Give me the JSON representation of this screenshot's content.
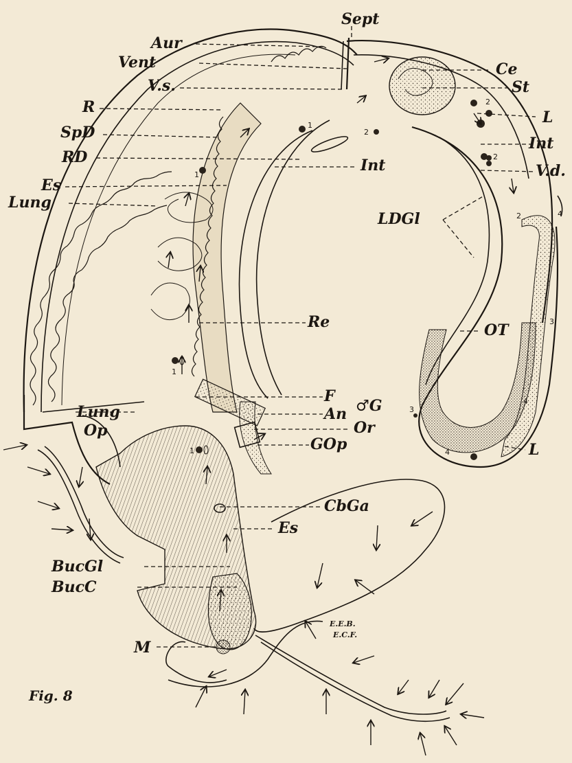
{
  "figure": {
    "caption": "Fig. 8",
    "labels": {
      "sept": "Sept",
      "aur": "Aur",
      "vent": "Vent",
      "vs": "V.s.",
      "r": "R",
      "spd": "SpD",
      "rd": "RD",
      "es_upper": "Es",
      "lung_upper": "Lung",
      "ce": "Ce",
      "st": "St",
      "l_upper": "L",
      "int_right": "Int",
      "vd": "V.d.",
      "int_center": "Int",
      "ldgl": "LDGl",
      "ot": "OT",
      "re": "Re",
      "f": "F",
      "an": "An",
      "male_g": "♂G",
      "lung_lower": "Lung",
      "op": "Op",
      "or": "Or",
      "gop": "GOp",
      "l_lower": "L",
      "cbga": "CbGa",
      "es_lower": "Es",
      "bucgl": "BucGl",
      "bucc": "BucC",
      "m": "M",
      "eeb": "E.E.B.",
      "ecf": "E.C.F."
    },
    "numbers": [
      "1",
      "2",
      "3",
      "4"
    ]
  }
}
